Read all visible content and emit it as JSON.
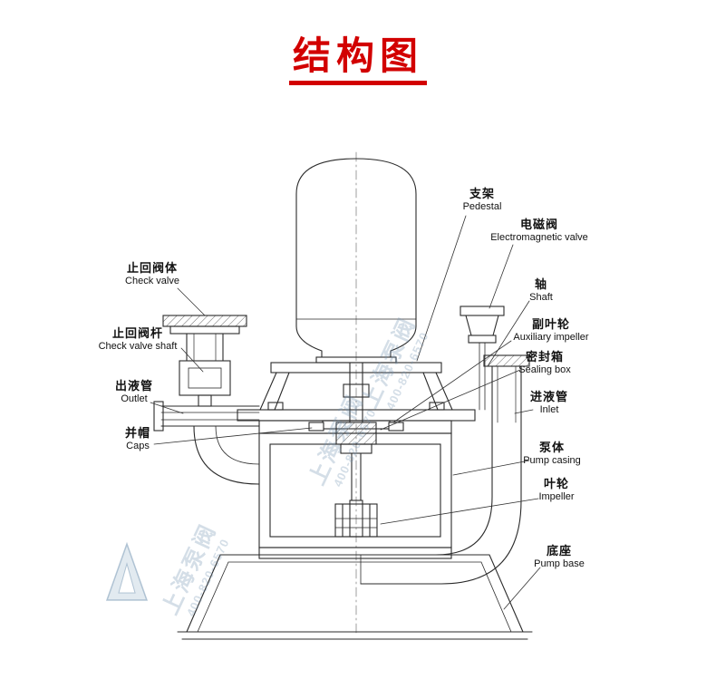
{
  "title": "结构图",
  "watermark": {
    "text": "上海泵阀",
    "phone": "400-820-6570"
  },
  "labels": [
    {
      "id": "check-valve",
      "zh": "止回阀体",
      "en": "Check valve"
    },
    {
      "id": "check-valve-shaft",
      "zh": "止回阀杆",
      "en": "Check valve shaft"
    },
    {
      "id": "outlet",
      "zh": "出液管",
      "en": "Outlet"
    },
    {
      "id": "caps",
      "zh": "并帽",
      "en": "Caps"
    },
    {
      "id": "pedestal",
      "zh": "支架",
      "en": "Pedestal"
    },
    {
      "id": "electromagnetic-valve",
      "zh": "电磁阀",
      "en": "Electromagnetic valve"
    },
    {
      "id": "shaft",
      "zh": "轴",
      "en": "Shaft"
    },
    {
      "id": "auxiliary-impeller",
      "zh": "副叶轮",
      "en": "Auxiliary impeller"
    },
    {
      "id": "sealing-box",
      "zh": "密封箱",
      "en": "Sealing box"
    },
    {
      "id": "inlet",
      "zh": "进液管",
      "en": "Inlet"
    },
    {
      "id": "pump-casing",
      "zh": "泵体",
      "en": "Pump casing"
    },
    {
      "id": "impeller",
      "zh": "叶轮",
      "en": "Impeller"
    },
    {
      "id": "pump-base",
      "zh": "底座",
      "en": "Pump base"
    }
  ]
}
